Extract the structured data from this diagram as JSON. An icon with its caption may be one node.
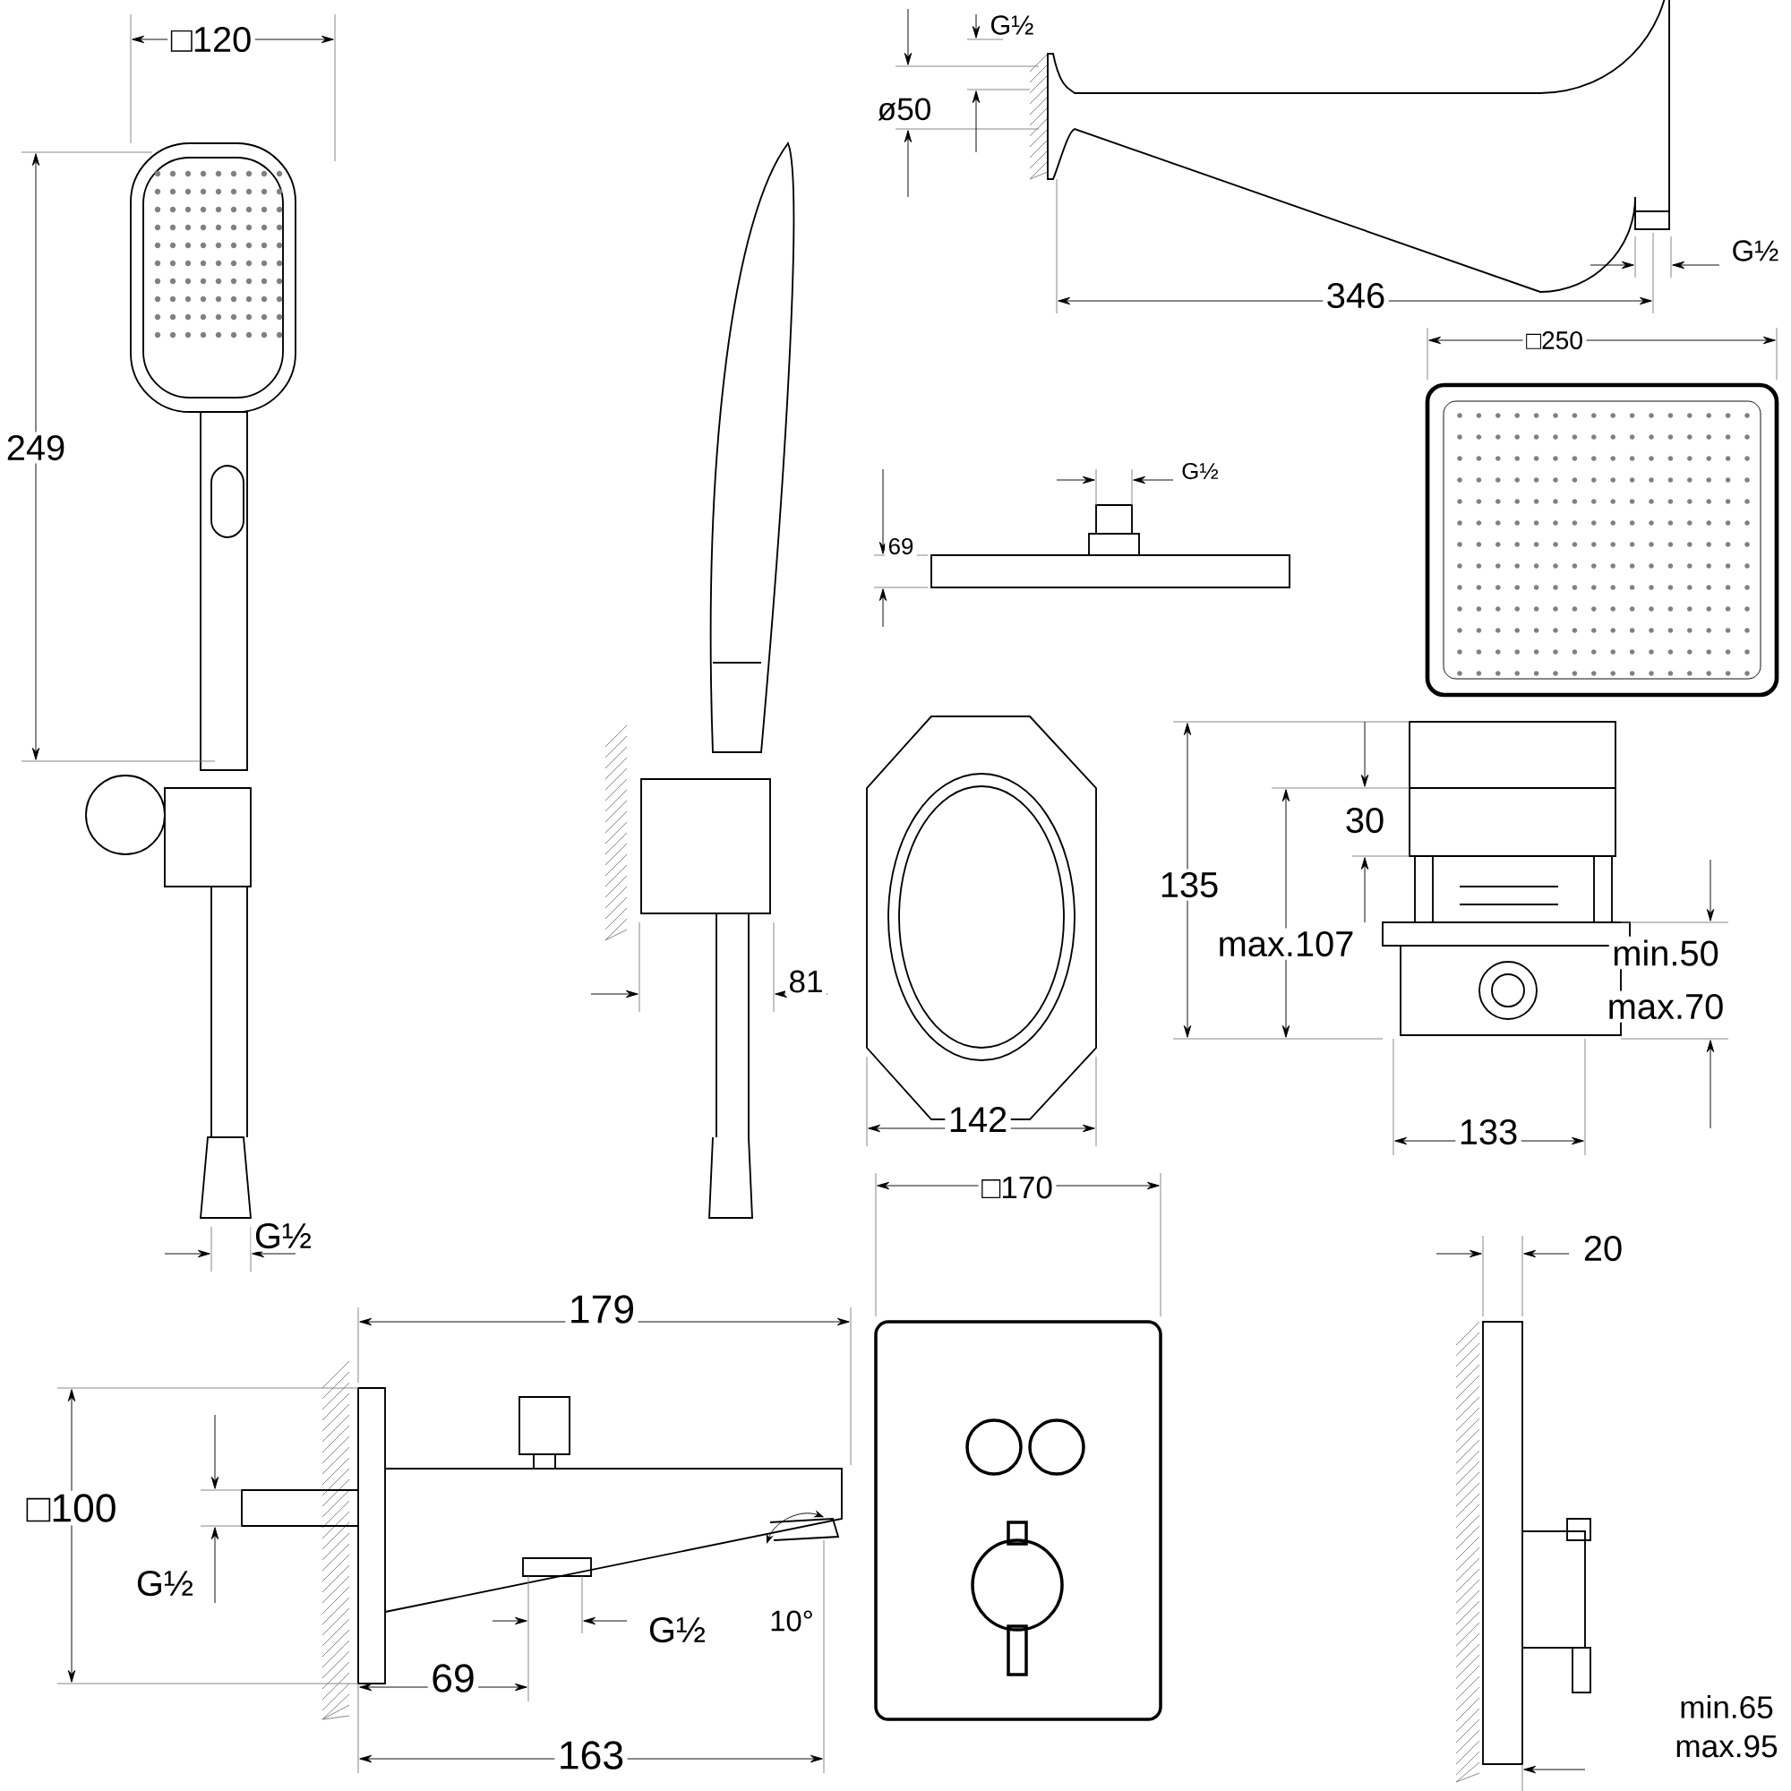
{
  "diagram": {
    "labels": [
      "□120",
      "G½",
      "ø50",
      "249",
      "346",
      "G½",
      "□250",
      "G½",
      "69",
      "30",
      "135",
      "max.107",
      "min.50",
      "max.70",
      "81",
      "142",
      "133",
      "G½",
      "□170",
      "20",
      "179",
      "□100",
      "G½",
      "G½",
      "10°",
      "69",
      "163",
      "min.65",
      "max.95"
    ]
  }
}
